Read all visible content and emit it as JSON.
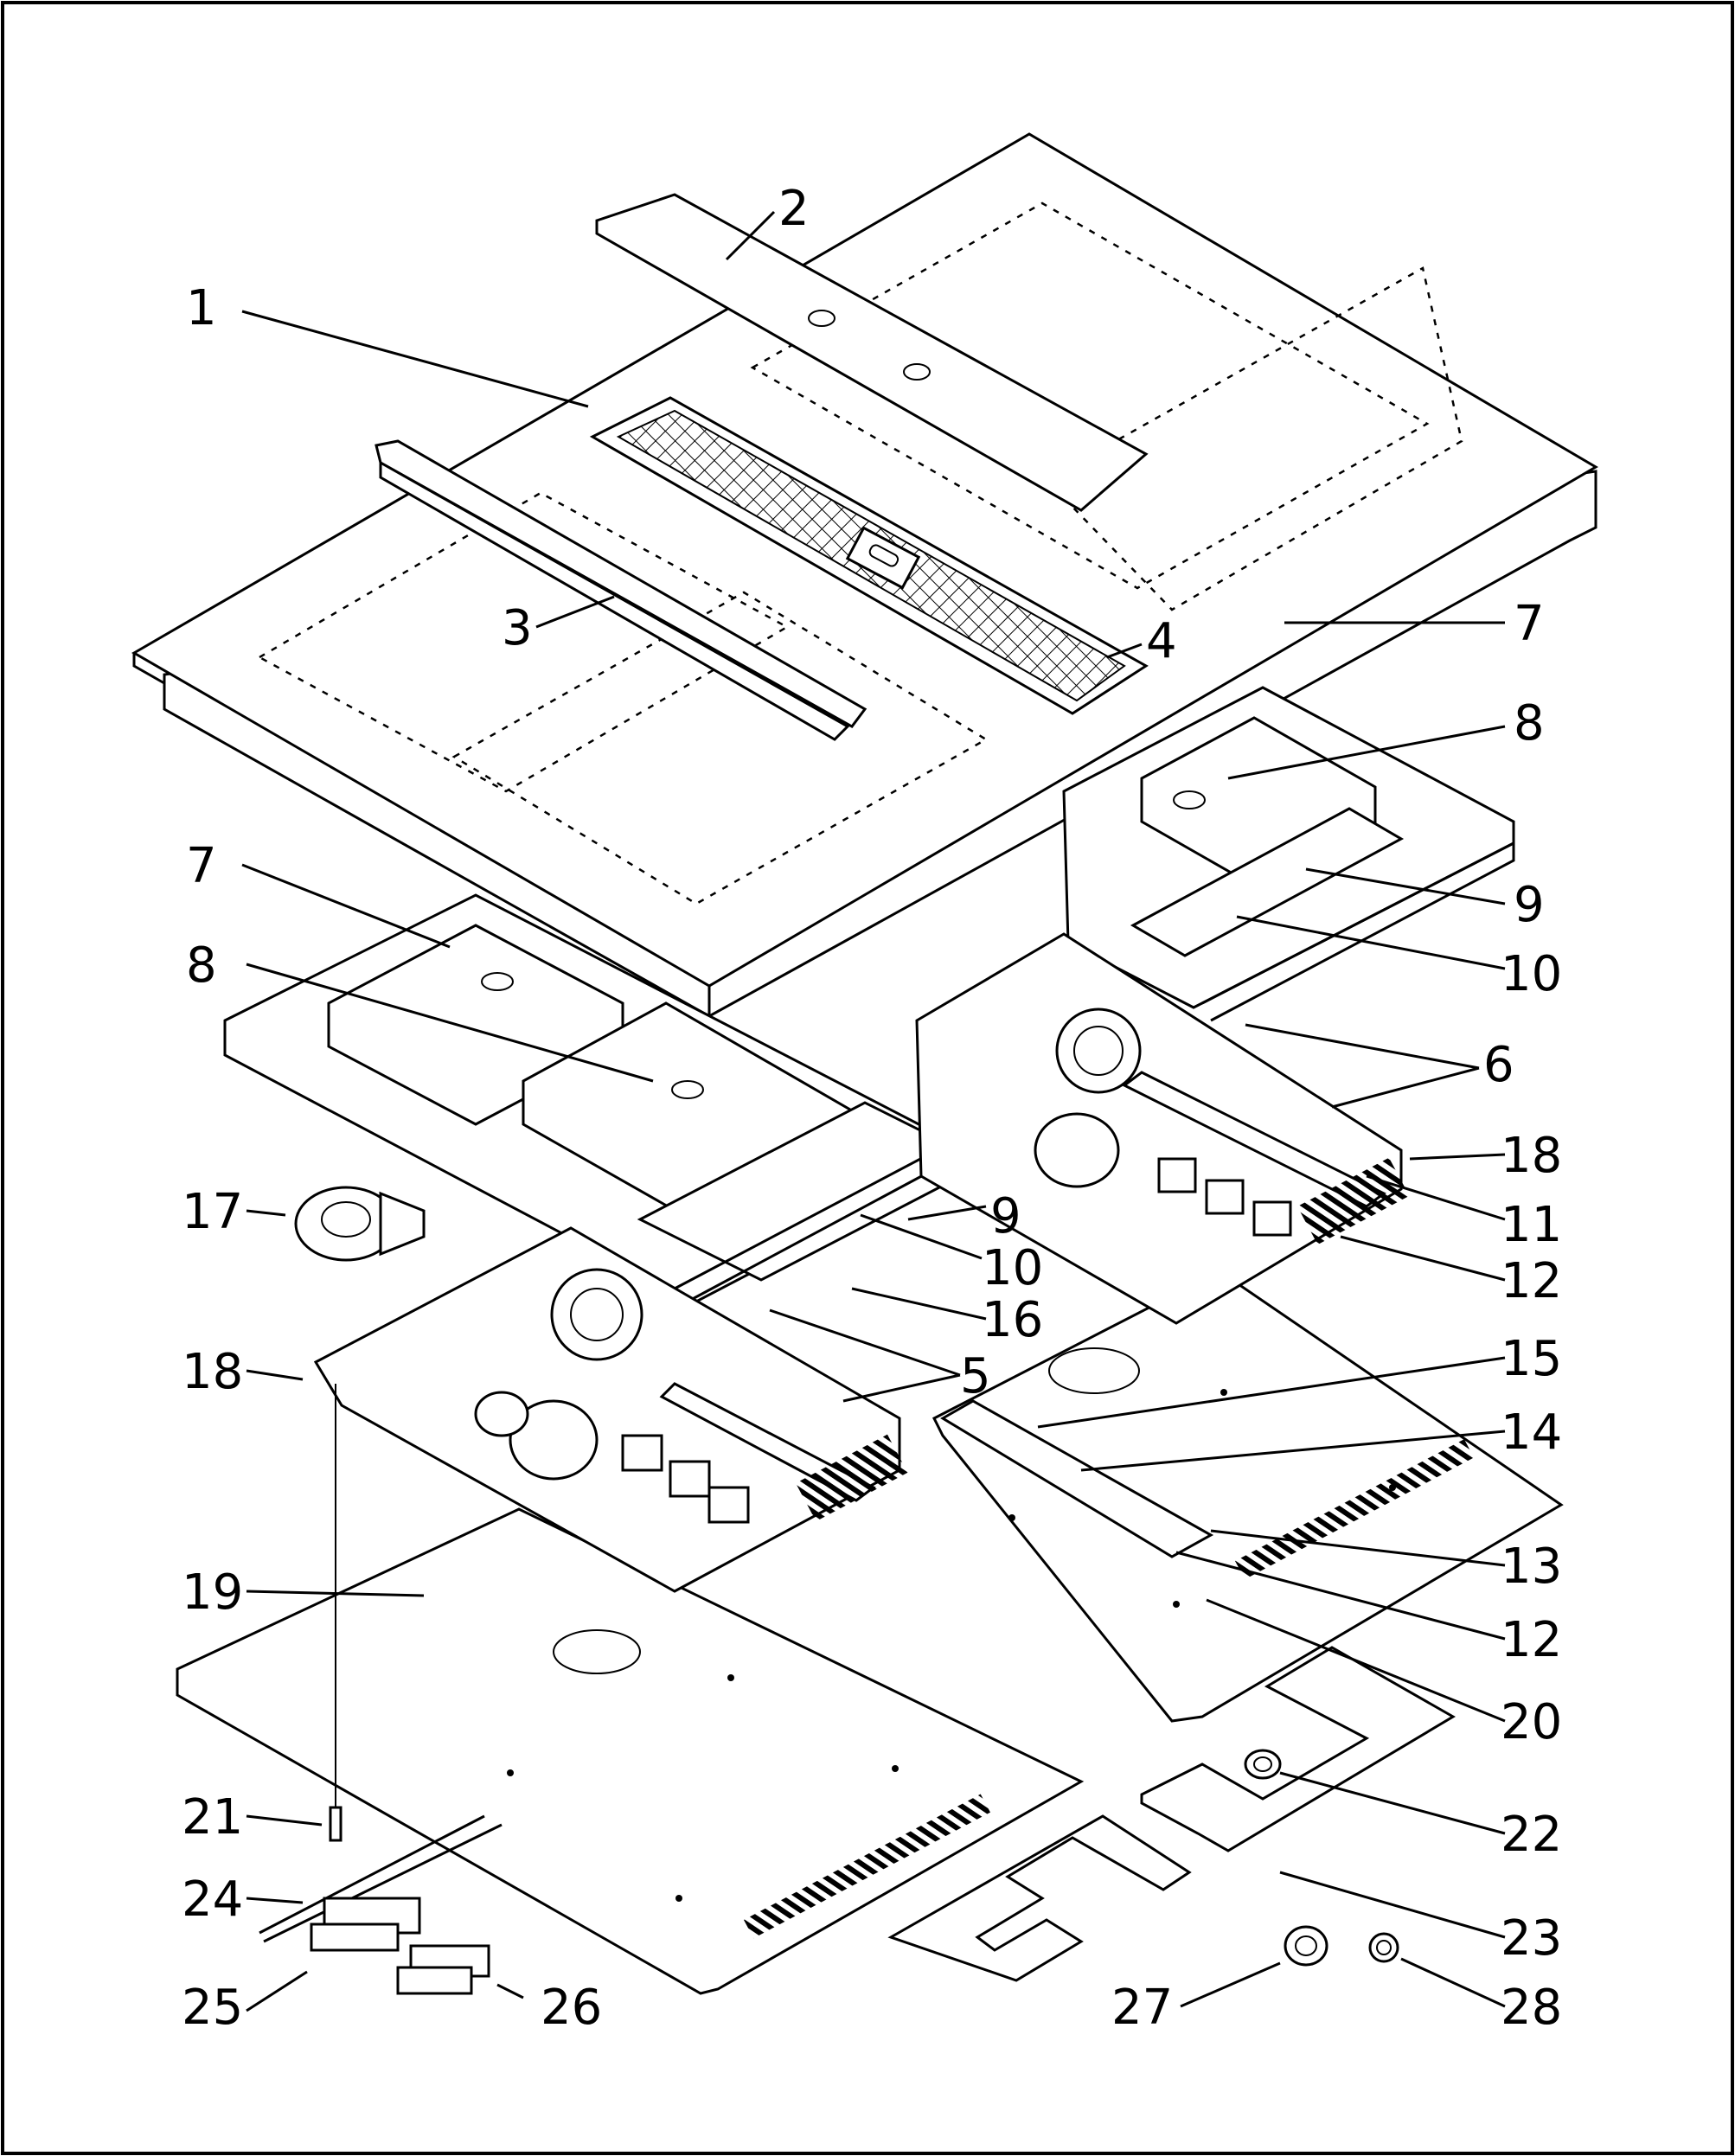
{
  "diagram": {
    "callouts": [
      {
        "label": "1"
      },
      {
        "label": "2"
      },
      {
        "label": "3"
      },
      {
        "label": "4"
      },
      {
        "label": "7"
      },
      {
        "label": "8"
      },
      {
        "label": "7"
      },
      {
        "label": "8"
      },
      {
        "label": "9"
      },
      {
        "label": "10"
      },
      {
        "label": "6"
      },
      {
        "label": "18"
      },
      {
        "label": "11"
      },
      {
        "label": "17"
      },
      {
        "label": "9"
      },
      {
        "label": "12"
      },
      {
        "label": "10"
      },
      {
        "label": "16"
      },
      {
        "label": "18"
      },
      {
        "label": "5"
      },
      {
        "label": "15"
      },
      {
        "label": "14"
      },
      {
        "label": "13"
      },
      {
        "label": "19"
      },
      {
        "label": "12"
      },
      {
        "label": "20"
      },
      {
        "label": "21"
      },
      {
        "label": "22"
      },
      {
        "label": "24"
      },
      {
        "label": "23"
      },
      {
        "label": "25"
      },
      {
        "label": "26"
      },
      {
        "label": "27"
      },
      {
        "label": "28"
      }
    ]
  }
}
